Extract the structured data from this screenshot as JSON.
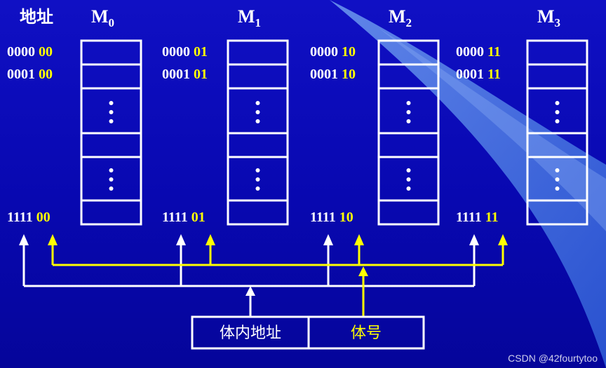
{
  "colors": {
    "background": "#0a0ab8",
    "stroke": "#ffffff",
    "accent": "#ffff00",
    "swoosh": "#4a7be8"
  },
  "header": {
    "address_label": "地址"
  },
  "modules": [
    {
      "name": "M",
      "sub": "0",
      "rows": [
        {
          "hi": "0000",
          "lo": "00"
        },
        {
          "hi": "0001",
          "lo": "00"
        },
        {
          "hi": "1111",
          "lo": "00"
        }
      ]
    },
    {
      "name": "M",
      "sub": "1",
      "rows": [
        {
          "hi": "0000",
          "lo": "01"
        },
        {
          "hi": "0001",
          "lo": "01"
        },
        {
          "hi": "1111",
          "lo": "01"
        }
      ]
    },
    {
      "name": "M",
      "sub": "2",
      "rows": [
        {
          "hi": "0000",
          "lo": "10"
        },
        {
          "hi": "0001",
          "lo": "10"
        },
        {
          "hi": "1111",
          "lo": "10"
        }
      ]
    },
    {
      "name": "M",
      "sub": "3",
      "rows": [
        {
          "hi": "0000",
          "lo": "11"
        },
        {
          "hi": "0001",
          "lo": "11"
        },
        {
          "hi": "1111",
          "lo": "11"
        }
      ]
    }
  ],
  "address_register": {
    "inner_address_label": "体内地址",
    "bank_number_label": "体号"
  },
  "watermark": "CSDN @42fourtytoo"
}
